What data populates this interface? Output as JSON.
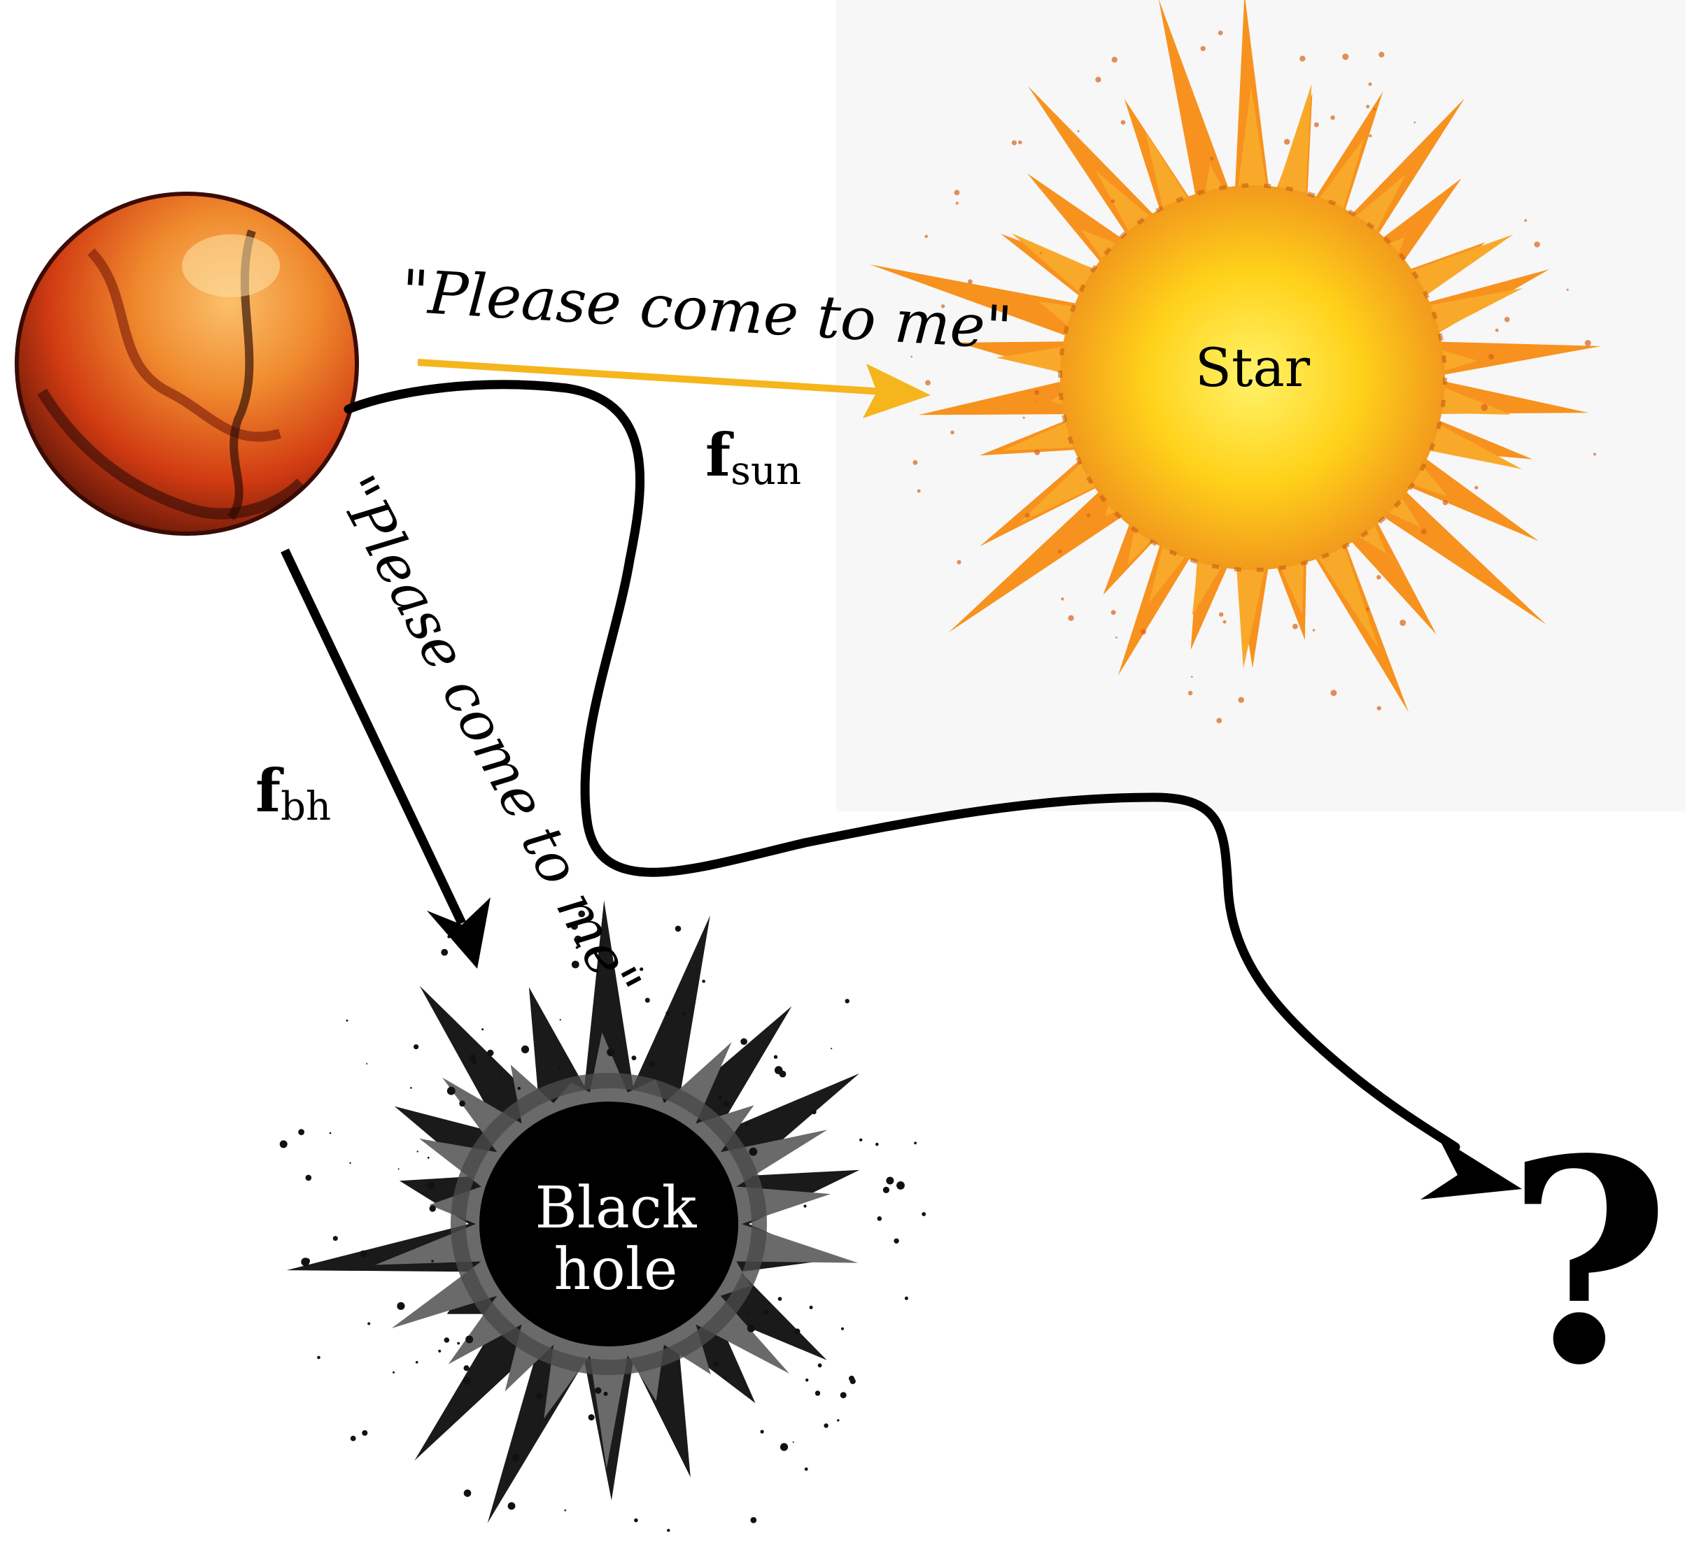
{
  "labels": {
    "star": "Star",
    "black_hole_line1": "Black",
    "black_hole_line2": "hole",
    "quote_sun": "\"Please come to me\"",
    "quote_bh": "\"Please come to me\"",
    "f_sun_main": "f",
    "f_sun_sub": "sun",
    "f_bh_main": "f",
    "f_bh_sub": "bh",
    "question": "?"
  },
  "colors": {
    "arrow_sun": "#f5b51c",
    "arrow_bh": "#000000",
    "trajectory": "#000000",
    "star_panel_bg": "#f7f7f7",
    "star_core": "#ffd21a",
    "star_rays": "#f7921e",
    "planet": "#e0531c",
    "black_hole": "#000000"
  },
  "icons": {
    "planet": "planet-icon",
    "star": "sun-icon",
    "black_hole": "black-hole-icon"
  }
}
